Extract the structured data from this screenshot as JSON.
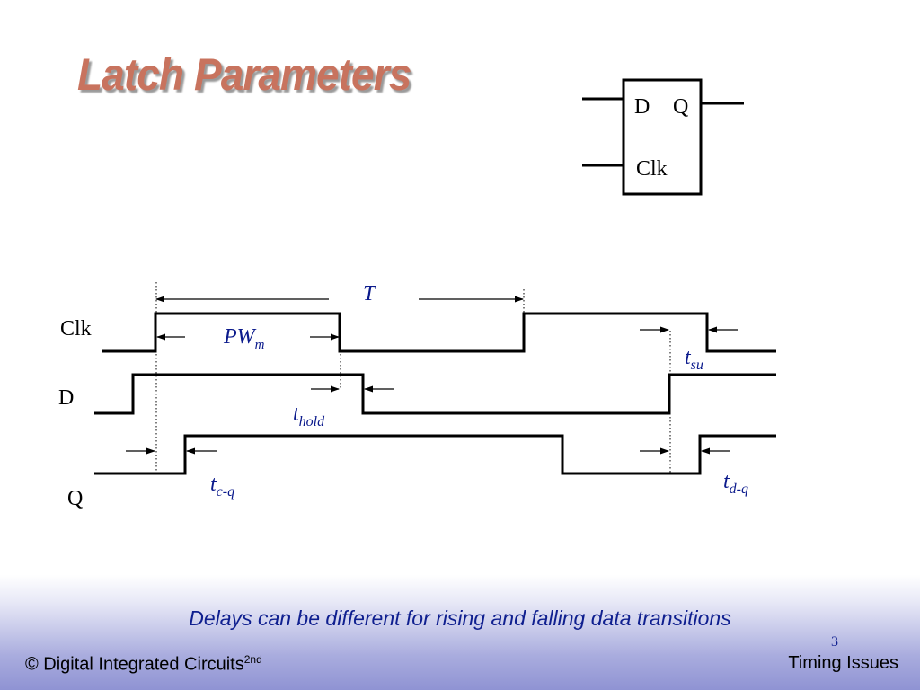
{
  "slide": {
    "title": "Latch Parameters",
    "note": "Delays can be different for rising and falling data transitions",
    "footer_left": "© Digital Integrated Circuits",
    "footer_left_sup": "2nd",
    "footer_right": "Timing Issues",
    "page_number": "3"
  },
  "latch_symbol": {
    "input_d": "D",
    "output_q": "Q",
    "clock": "Clk"
  },
  "timing": {
    "signals": [
      "Clk",
      "D",
      "Q"
    ],
    "period": "T",
    "pulse_width": {
      "base": "PW",
      "sub": "m"
    },
    "hold": {
      "base": "t",
      "sub": "hold"
    },
    "setup": {
      "base": "t",
      "sub": "su"
    },
    "clk_to_q": {
      "base": "t",
      "sub": "c-q"
    },
    "d_to_q": {
      "base": "t",
      "sub": "d-q"
    }
  },
  "colors": {
    "title": "#c8735e",
    "annotation": "#0b1a8c",
    "footer_band": "#8f93d3"
  }
}
